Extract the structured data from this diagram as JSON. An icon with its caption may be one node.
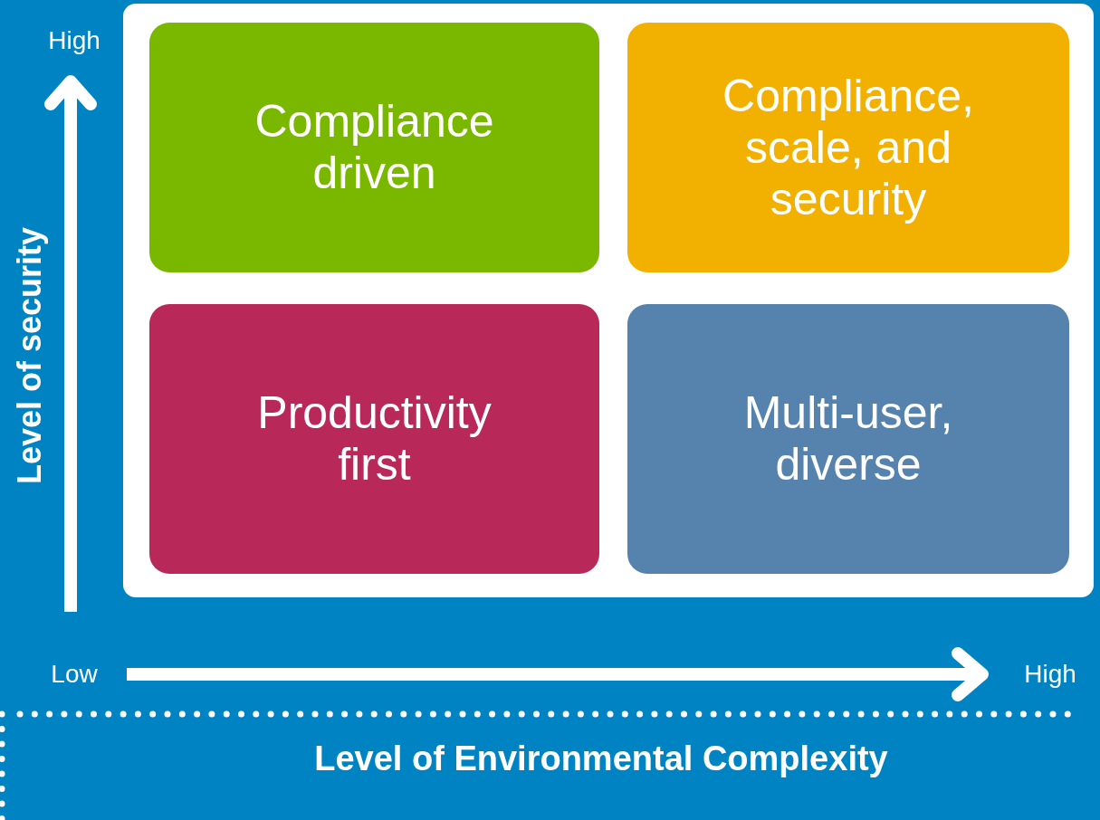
{
  "diagram": {
    "nodes": [
      {
        "text": [],
        "shape": "box"
      },
      {
        "text": [
          "Compliance driven"
        ],
        "in": 0
      },
      {
        "text": [
          "Compliance, scale, and security"
        ],
        "in": 0
      },
      {
        "text": [
          "Productivity first"
        ],
        "in": 0
      },
      {
        "text": [
          "Multi-user, diverse"
        ],
        "in": 0
      }
    ],
    "edges": [],
    "labels": [
      "High",
      "Level of security",
      "Low",
      "High",
      "Level of Environmental Complexity"
    ]
  }
}
